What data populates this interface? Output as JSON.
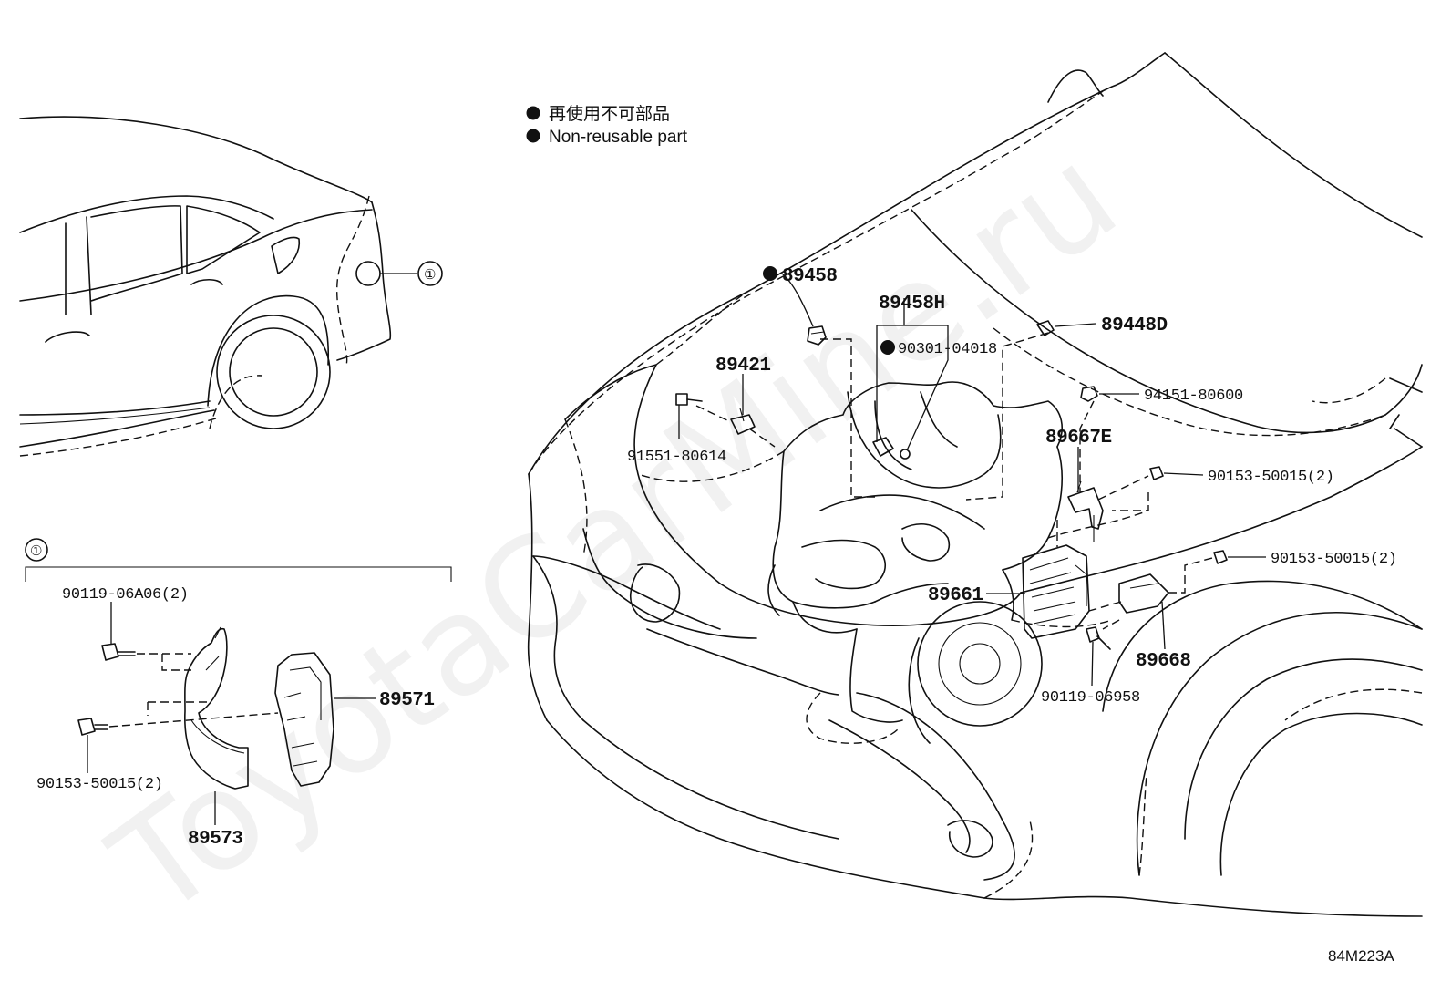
{
  "legend": {
    "line1": "再使用不可部品",
    "line2": "Non-reusable part"
  },
  "callout": "①",
  "parts": {
    "p89458": "89458",
    "p89458H": "89458H",
    "p90301": "90301-04018",
    "p89448D": "89448D",
    "p89421": "89421",
    "p94151": "94151-80600",
    "p91551": "91551-80614",
    "p89667E": "89667E",
    "p90153a": "90153-50015(2)",
    "p90153b": "90153-50015(2)",
    "p89661": "89661",
    "p89668": "89668",
    "p90119_958": "90119-06958",
    "p90119_A06": "90119-06A06(2)",
    "p89571": "89571",
    "p90153c": "90153-50015(2)",
    "p89573": "89573"
  },
  "watermark": "ToyotaCarMine.ru",
  "diagram_code": "84M223A"
}
